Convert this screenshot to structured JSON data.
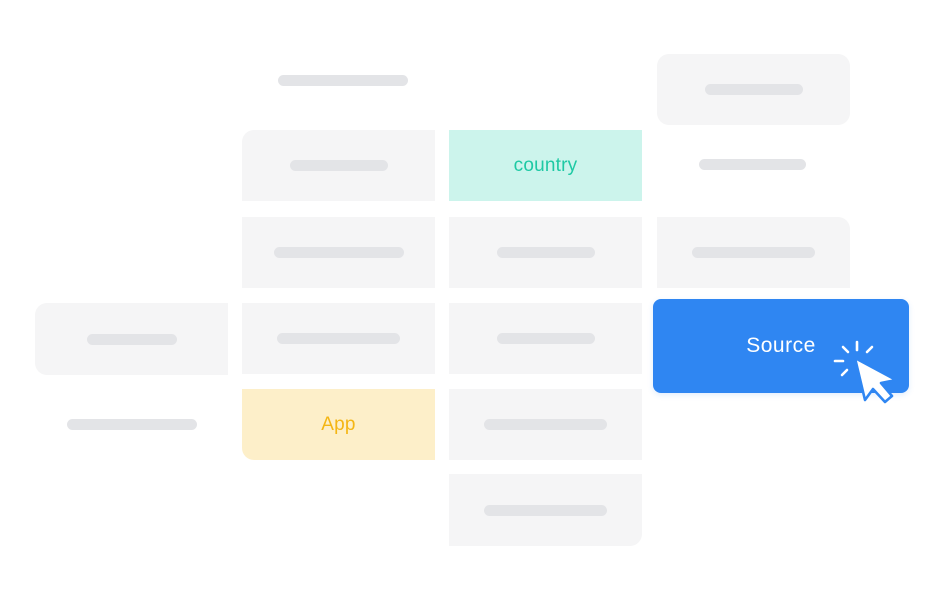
{
  "columns": {
    "country_label": "country",
    "app_label": "App",
    "source_label": "Source"
  },
  "colors": {
    "country_bg": "#ccf4ec",
    "country_text": "#1ec9a4",
    "app_bg": "#fdefc9",
    "app_text": "#f4b614",
    "source_bg": "#2f86f2",
    "source_text": "#ffffff",
    "placeholder_bg": "#f5f5f6",
    "placeholder_bar": "#e3e4e7"
  },
  "icons": {
    "cursor": "pointer-cursor-icon",
    "click": "click-burst-icon"
  }
}
